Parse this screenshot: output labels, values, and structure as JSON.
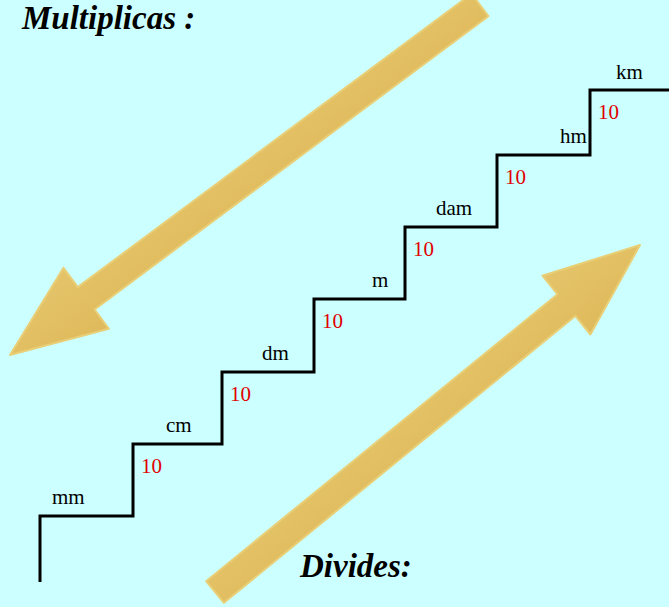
{
  "diagram": {
    "labels": [
      "Multiplicas :",
      "km",
      "10",
      "hm",
      "10",
      "dam",
      "10",
      "m",
      "10",
      "dm",
      "10",
      "cm",
      "10",
      "mm",
      "Divides:"
    ]
  }
}
